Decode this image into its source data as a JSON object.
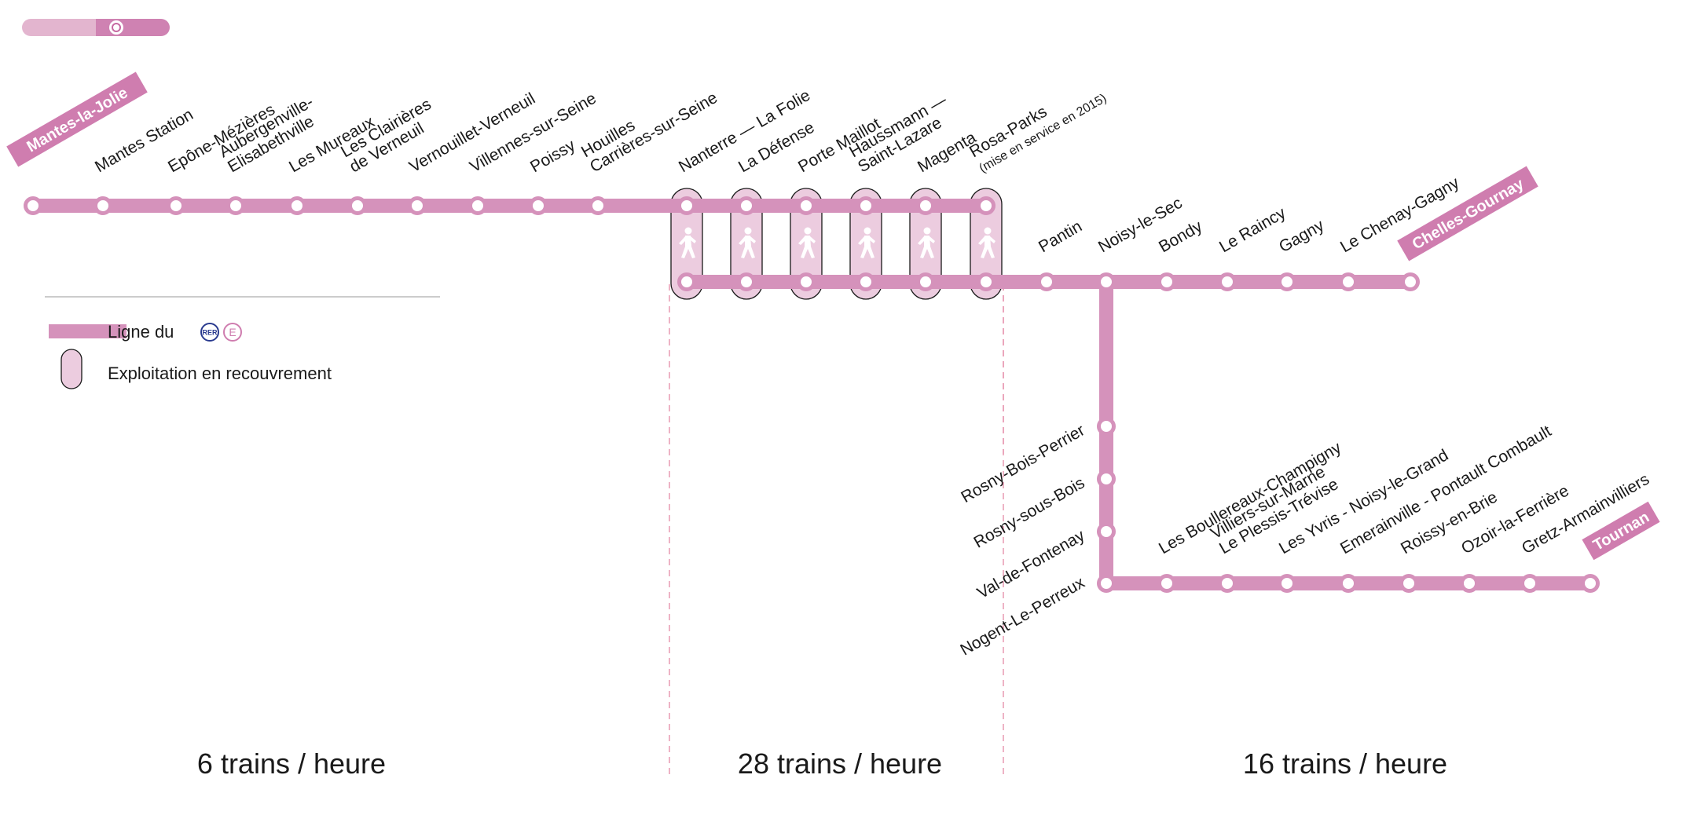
{
  "colors": {
    "line": "#d592bb",
    "terminus_bg": "#cf7daf",
    "overlap_fill": "#ecccdf",
    "station_fill": "#ffffff",
    "text": "#1a1a1a",
    "divider": "#e58aa6",
    "rer_blue": "#2a3b8f"
  },
  "toggle": {
    "state": "right"
  },
  "legend": {
    "line_label": "Ligne du",
    "rer_badge": "RER",
    "e_badge": "E",
    "overlap_label": "Exploitation en recouvrement"
  },
  "termini": {
    "west": "Mantes-la-Jolie",
    "east_north": "Chelles-Gournay",
    "east_south": "Tournan"
  },
  "west_stations": [
    [
      "Mantes Station"
    ],
    [
      "Epône-Mézières"
    ],
    [
      "Aubergenville-",
      "Elisabethville"
    ],
    [
      "Les Mureaux"
    ],
    [
      "Les Clairières",
      "de Verneuil"
    ],
    [
      "Vernouillet-Verneuil"
    ],
    [
      "Villennes-sur-Seine"
    ],
    [
      "Poissy"
    ],
    [
      "Houilles",
      "Carrières-sur-Seine"
    ]
  ],
  "core_stations": [
    [
      "Nanterre — La Folie"
    ],
    [
      "La Défense"
    ],
    [
      "Porte Maillot"
    ],
    [
      "Haussmann —",
      "Saint-Lazare"
    ],
    [
      "Magenta"
    ],
    [
      "Rosa-Parks",
      "(mise en service en 2015)"
    ]
  ],
  "north_branch": [
    "Pantin",
    "Noisy-le-Sec",
    "Bondy",
    "Le Raincy",
    "Gagny",
    "Le Chenay-Gagny"
  ],
  "vertical_branch": [
    "Rosny-Bois-Perrier",
    "Rosny-sous-Bois",
    "Val-de-Fontenay",
    "Nogent-Le-Perreux"
  ],
  "south_branch": [
    [
      "Les Boullereaux-Champigny"
    ],
    [
      "Villiers-sur-Marne",
      "Le Plessis-Trévise"
    ],
    [
      "Les Yvris - Noisy-le-Grand"
    ],
    [
      "Emerainville - Pontault Combault"
    ],
    [
      "Roissy-en-Brie"
    ],
    [
      "Ozoir-la-Ferrière"
    ],
    [
      "Gretz-Armainvilliers"
    ]
  ],
  "frequencies": {
    "west": "6 trains / heure",
    "center": "28 trains / heure",
    "east": "16 trains / heure"
  }
}
